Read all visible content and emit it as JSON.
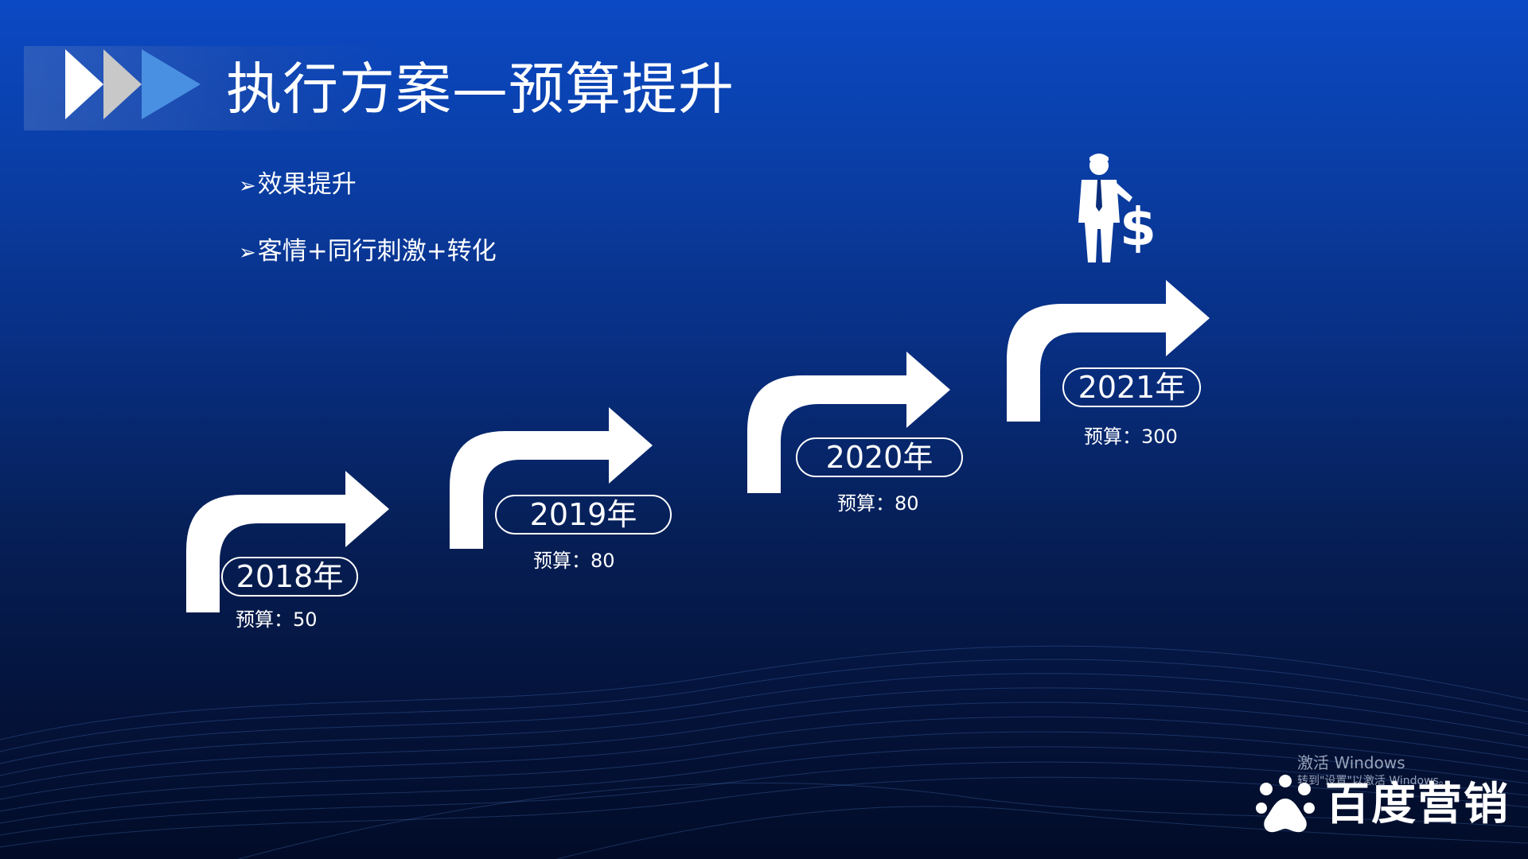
{
  "slide": {
    "title": "执行方案—预算提升",
    "bullets": [
      {
        "marker": "➢",
        "text": "效果提升"
      },
      {
        "marker": "➢",
        "text": "客情+同行刺激+转化"
      }
    ],
    "steps": [
      {
        "year": "2018年",
        "budget": "预算：50"
      },
      {
        "year": "2019年",
        "budget": "预算：80"
      },
      {
        "year": "2020年",
        "budget": "预算：80"
      },
      {
        "year": "2021年",
        "budget": "预算：300"
      }
    ],
    "icon": "businessman-dollar-icon"
  },
  "overlay": {
    "watermark_main": "激活 Windows",
    "watermark_sub": "转到\"设置\"以激活 Windows。"
  },
  "brand": {
    "logo_icon": "baidu-paw-icon",
    "name": "百度营销"
  },
  "colors": {
    "background_top": "#0b49c4",
    "background_bottom": "#020c28",
    "chevron_white": "#ffffff",
    "chevron_gray": "#c8c8c8",
    "chevron_blue": "#4a90e2",
    "text": "#ffffff"
  }
}
